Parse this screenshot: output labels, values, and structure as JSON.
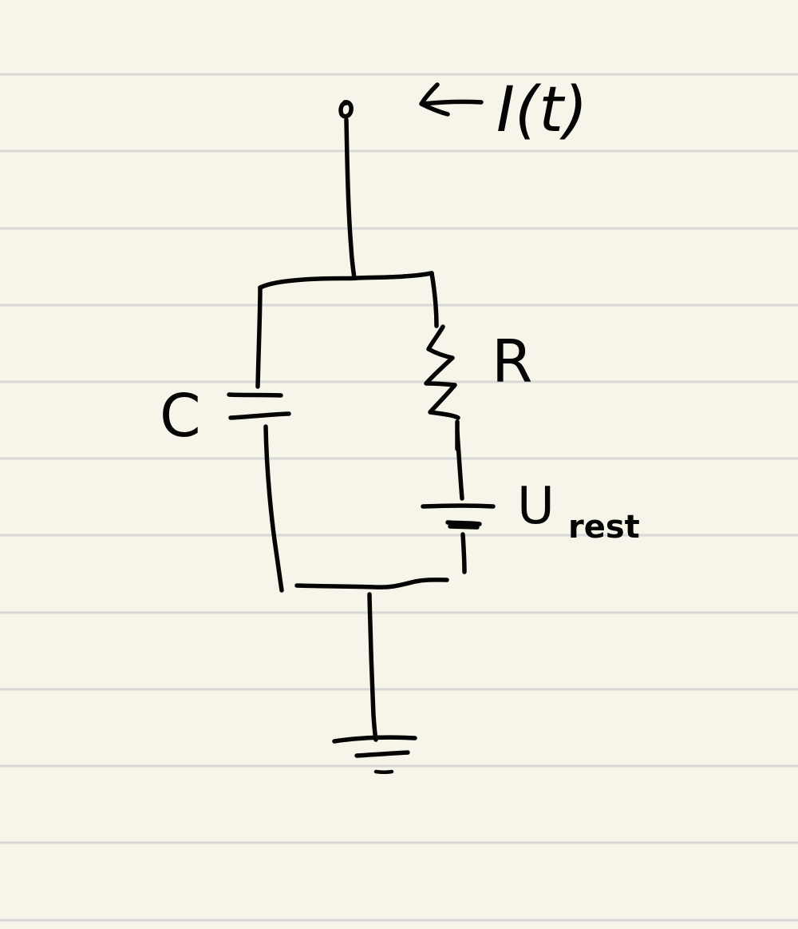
{
  "diagram": {
    "current_label": "I(t)",
    "capacitor_label": "C",
    "resistor_label": "R",
    "source_label_main": "U",
    "source_label_sub": "rest"
  },
  "colors": {
    "paper": "#f7f5e9",
    "rule": "#d8d8d6",
    "ink": "#050505"
  }
}
